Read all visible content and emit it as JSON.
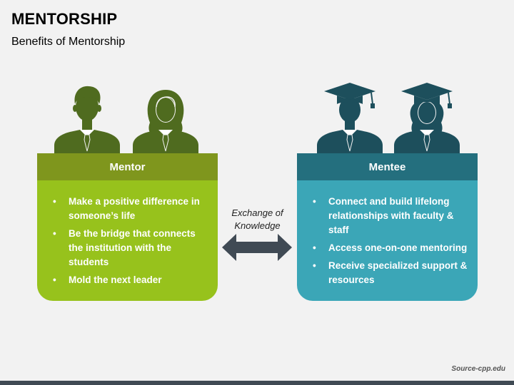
{
  "header": {
    "title": "MENTORSHIP",
    "subtitle": "Benefits of Mentorship"
  },
  "mentor": {
    "label": "Mentor",
    "items": [
      "Make a positive difference in someone’s life",
      "Be the bridge that connects the institution with the students",
      "Mold the next leader"
    ],
    "icons": [
      "male-mentor-icon",
      "female-mentor-icon"
    ]
  },
  "mentee": {
    "label": "Mentee",
    "items": [
      "Connect and build lifelong relationships with faculty & staff",
      "Access one-on-one mentoring",
      "Receive specialized support & resources"
    ],
    "icons": [
      "male-graduate-icon",
      "female-graduate-icon"
    ]
  },
  "exchange": {
    "line1": "Exchange of",
    "line2": "Knowledge"
  },
  "footer": {
    "source": "Source-cpp.edu"
  },
  "colors": {
    "mentor_header": "#7f961d",
    "mentor_body": "#97c21c",
    "mentor_icon": "#4f6b1f",
    "mentee_header": "#246f7e",
    "mentee_body": "#3ba6b7",
    "mentee_icon": "#1d4f5c",
    "arrow": "#404a54"
  }
}
